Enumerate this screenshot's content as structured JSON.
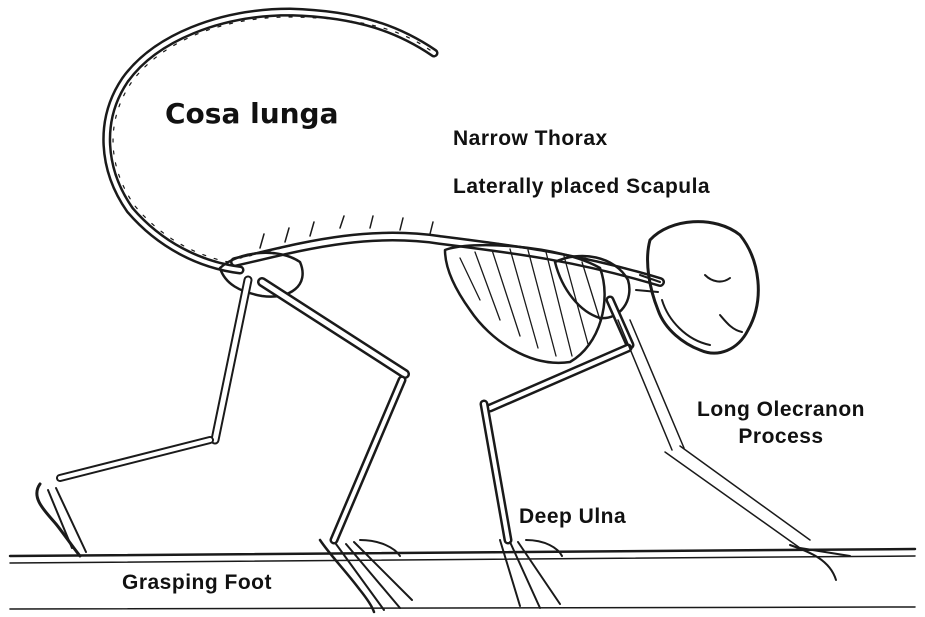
{
  "labels": {
    "tail": "Cosa lunga",
    "thorax": "Narrow Thorax",
    "scapula": "Laterally placed Scapula",
    "olecranon_line1": "Long Olecranon",
    "olecranon_line2": "Process",
    "ulna": "Deep Ulna",
    "foot": "Grasping Foot"
  },
  "colors": {
    "ink": "#1a1a1a",
    "paper": "#ffffff"
  }
}
